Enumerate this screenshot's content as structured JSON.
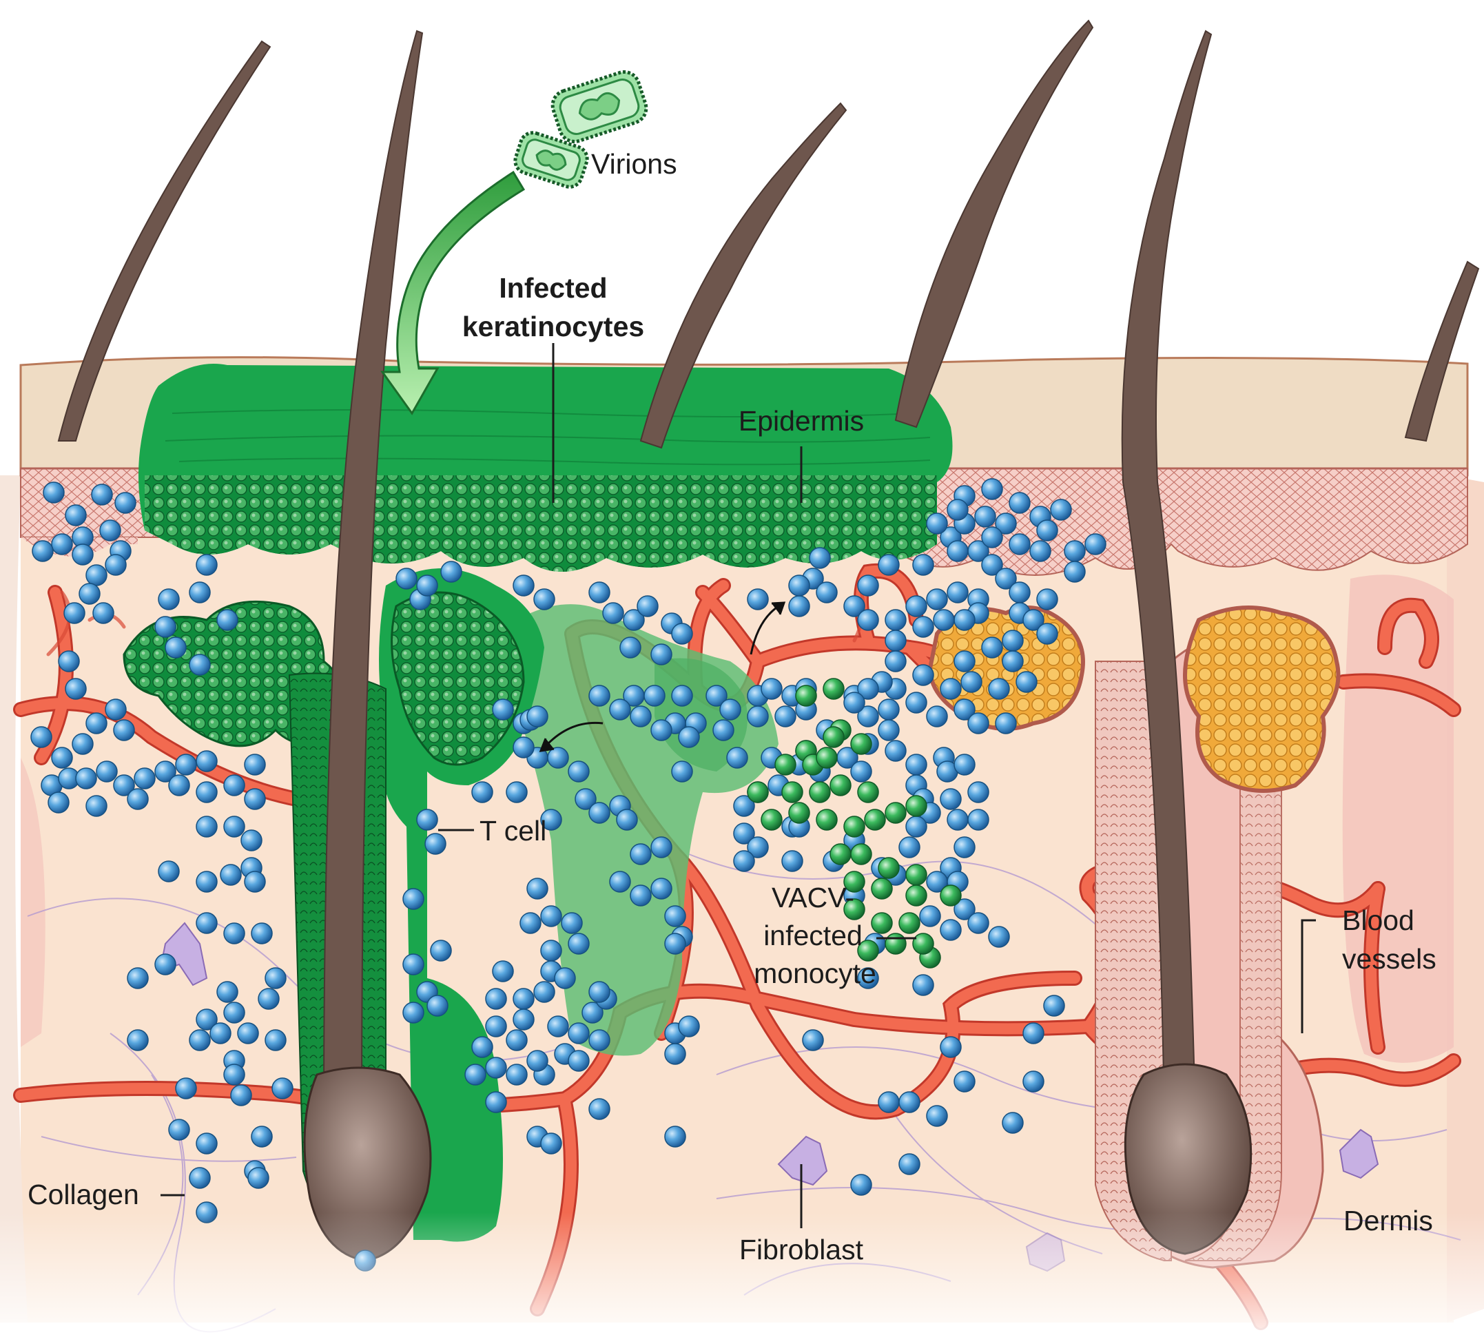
{
  "labels": {
    "virions": "Virions",
    "infected_keratinocytes_1": "Infected",
    "infected_keratinocytes_2": "keratinocytes",
    "epidermis": "Epidermis",
    "t_cell": "T cell",
    "vacv_1": "VACV-",
    "vacv_2": "infected",
    "vacv_3": "monocyte",
    "blood_vessels_1": "Blood",
    "blood_vessels_2": "vessels",
    "collagen": "Collagen",
    "fibroblast": "Fibroblast",
    "dermis": "Dermis"
  },
  "colors": {
    "skin_surface": "#efdcc4",
    "dermis": "#fae3d0",
    "infection_green": "#12a24a",
    "light_green": "#5fbf78",
    "t_cell_blue": "#3b8fd0",
    "monocyte_green": "#25a84e",
    "vessel_red": "#ee5a44",
    "hair_brown": "#7a6058",
    "gland_yellow": "#f3b94a",
    "epidermis_pink": "#f2b9b0",
    "fibroblast_purple": "#b79ad6"
  }
}
